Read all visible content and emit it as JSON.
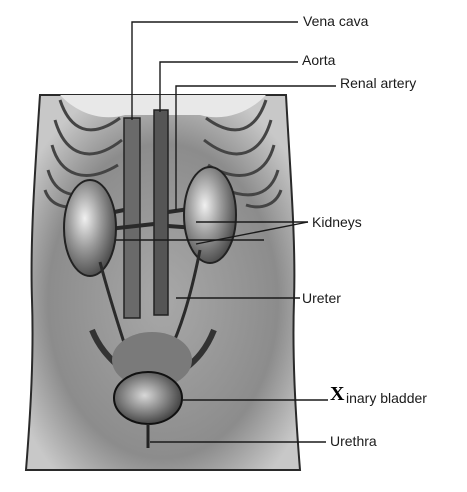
{
  "labels": {
    "vena_cava": "Vena cava",
    "aorta": "Aorta",
    "renal_artery": "Renal artery",
    "kidneys": "Kidneys",
    "ureter": "Ureter",
    "urinary_bladder_marker": "X",
    "urinary_bladder": "inary bladder",
    "urethra": "Urethra"
  },
  "colors": {
    "ink": "#1a1a1a",
    "shade": "#8a8a8a",
    "dark": "#3a3a3a",
    "skin": "#bdbdbd"
  }
}
